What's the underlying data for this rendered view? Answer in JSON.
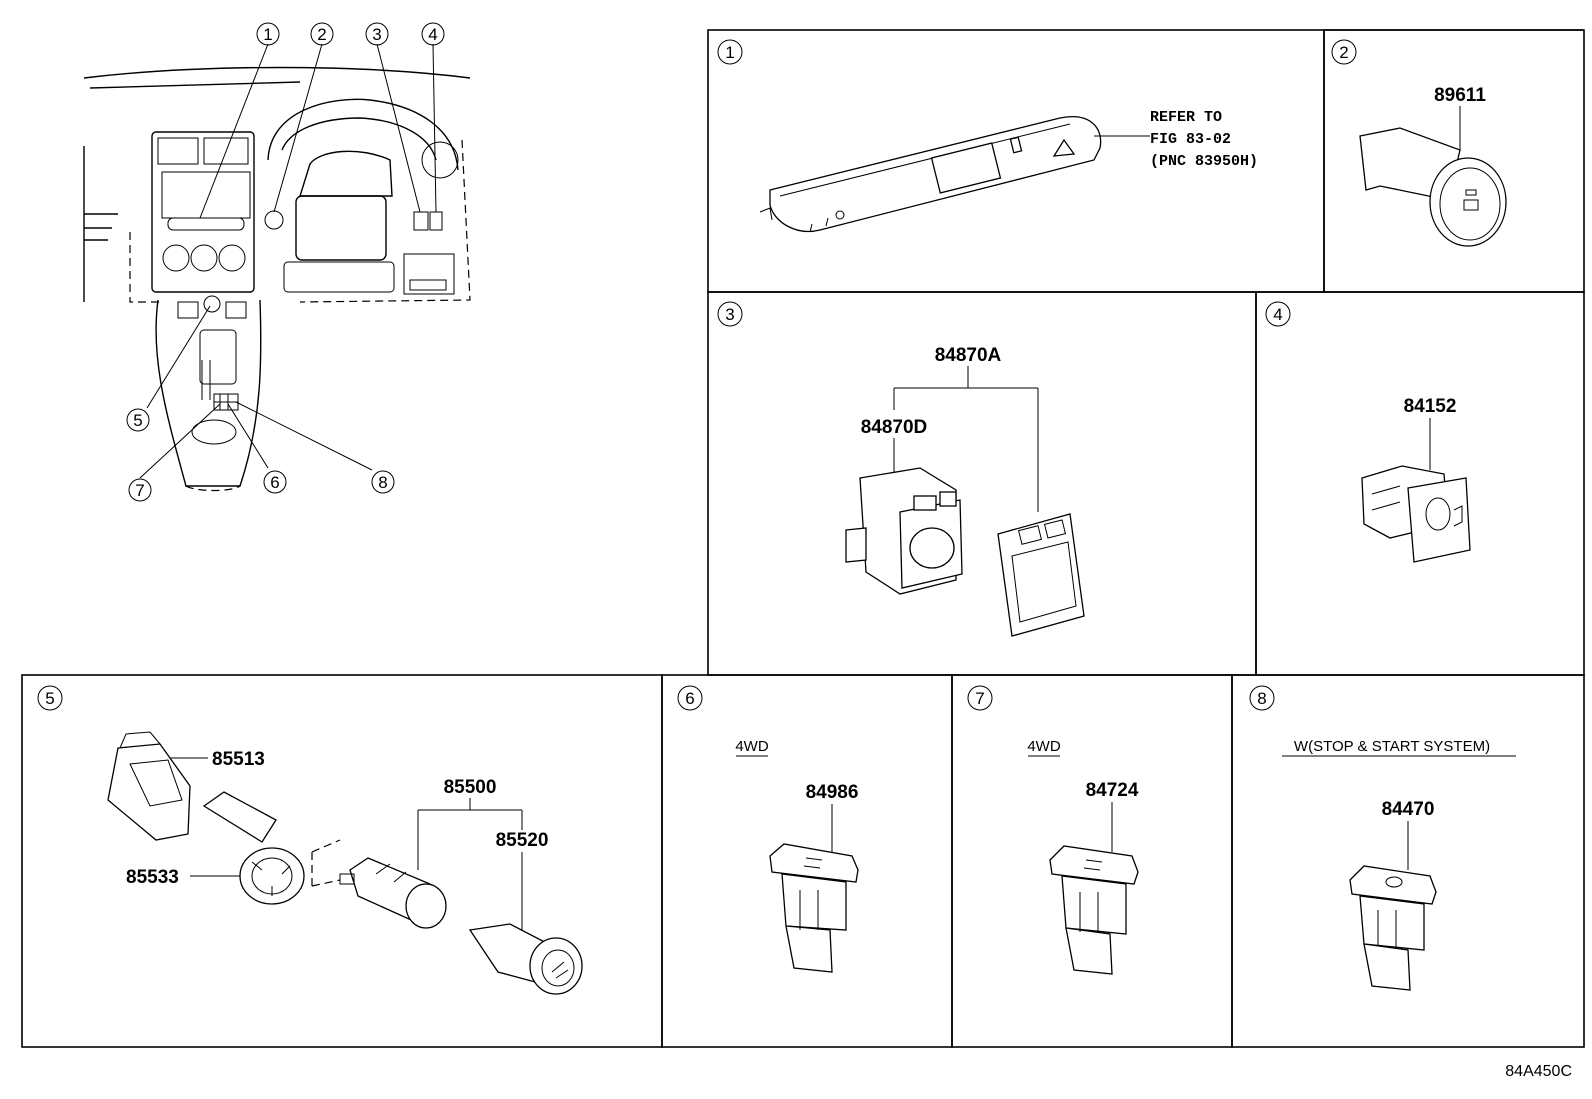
{
  "overview": {
    "callouts": [
      "1",
      "2",
      "3",
      "4",
      "5",
      "6",
      "7",
      "8"
    ]
  },
  "panels": {
    "p1": {
      "num": "1",
      "note_lines": [
        "REFER TO",
        "FIG 83-02",
        "(PNC 83950H)"
      ]
    },
    "p2": {
      "num": "2",
      "part": "89611"
    },
    "p3": {
      "num": "3",
      "assembly": "84870A",
      "part": "84870D"
    },
    "p4": {
      "num": "4",
      "part": "84152"
    },
    "p5": {
      "num": "5",
      "parts": [
        "85513",
        "85533",
        "85500",
        "85520"
      ]
    },
    "p6": {
      "num": "6",
      "condition": "4WD",
      "part": "84986"
    },
    "p7": {
      "num": "7",
      "condition": "4WD",
      "part": "84724"
    },
    "p8": {
      "num": "8",
      "condition": "W(STOP & START SYSTEM)",
      "part": "84470"
    }
  },
  "figure_ref": "84A450C"
}
